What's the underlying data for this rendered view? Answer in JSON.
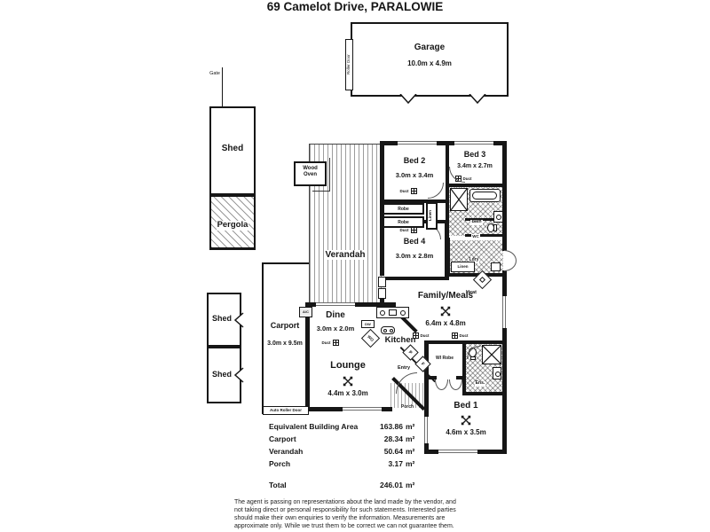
{
  "title": "69 Camelot Drive, PARALOWIE",
  "garage": {
    "label": "Garage",
    "dims": "10.0m x 4.9m",
    "roller_door": "Roller Door"
  },
  "site": {
    "gate": "Gate",
    "shed1": "Shed",
    "pergola": "Pergola",
    "shed2": "Shed",
    "shed3": "Shed",
    "carport": "Carport",
    "carport_dims": "3.0m x 9.5m",
    "auto_roller_door": "Auto Roller Door"
  },
  "house": {
    "verandah": "Verandah",
    "wood_oven": "Wood Oven",
    "bed2": {
      "label": "Bed 2",
      "dims": "3.0m x 3.4m"
    },
    "bed3": {
      "label": "Bed 3",
      "dims": "3.4m x 2.7m"
    },
    "bed4": {
      "label": "Bed 4",
      "dims": "3.0m x 2.8m"
    },
    "bed1": {
      "label": "Bed 1",
      "dims": "4.6m x 3.5m"
    },
    "family": {
      "label": "Family/Meals",
      "dims": "6.4m x 4.8m"
    },
    "dine": {
      "label": "Dine",
      "dims": "3.0m x 2.0m"
    },
    "lounge": {
      "label": "Lounge",
      "dims": "4.4m x 3.0m"
    },
    "kitchen": "Kitchen",
    "bath": "Bath",
    "wc": "WC",
    "ldry": "Ldry",
    "ens": "Ens.",
    "wi_robe": "WI Robe",
    "entry": "Entry",
    "porch": "Porch",
    "robe": "Robe",
    "linen": "Linen",
    "duct": "Duct",
    "heat": "Heat",
    "ac": "A/C",
    "dw": "DW",
    "wo": "WO",
    "p": "P",
    "f": "F"
  },
  "areas": {
    "rows": [
      {
        "label": "Equivalent Building Area",
        "value": "163.86",
        "unit": "m²"
      },
      {
        "label": "Carport",
        "value": "28.34",
        "unit": "m²"
      },
      {
        "label": "Verandah",
        "value": "50.64",
        "unit": "m²"
      },
      {
        "label": "Porch",
        "value": "3.17",
        "unit": "m²"
      }
    ],
    "total": {
      "label": "Total",
      "value": "246.01",
      "unit": "m²"
    }
  },
  "disclaimer": [
    "The agent is passing on representations about the land made by the vendor, and",
    "not taking direct or personal responsibility for such statements. Interested parties",
    "should make their own enquiries to verify the information. Measurements are",
    "approximate only. While we trust them to be correct we can not guarantee them."
  ]
}
